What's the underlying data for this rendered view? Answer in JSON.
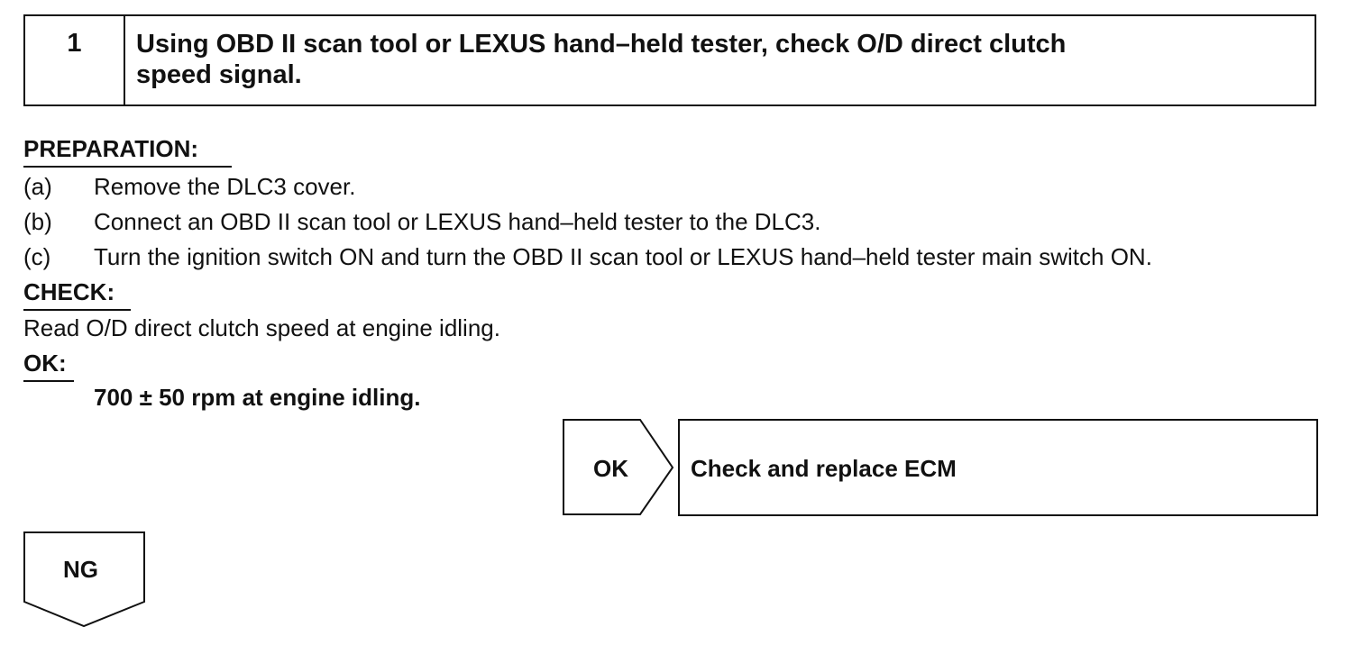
{
  "step": {
    "number": "1",
    "title_line1": "Using OBD II scan tool or LEXUS hand–held tester, check O/D direct clutch",
    "title_line2": "speed signal."
  },
  "preparation": {
    "heading": "PREPARATION:",
    "items": [
      {
        "label": "(a)",
        "text": "Remove the DLC3 cover."
      },
      {
        "label": "(b)",
        "text": "Connect an OBD II scan tool or LEXUS hand–held tester to the DLC3."
      },
      {
        "label": "(c)",
        "text": "Turn the ignition switch ON and turn the OBD II scan tool or LEXUS hand–held tester main switch ON."
      }
    ]
  },
  "check": {
    "heading": "CHECK:",
    "text": "Read O/D direct clutch speed at engine idling."
  },
  "ok": {
    "heading": "OK:",
    "spec": "700 ± 50 rpm at engine idling."
  },
  "flow": {
    "ok_label": "OK",
    "ok_action": "Check and replace ECM",
    "ng_label": "NG"
  }
}
